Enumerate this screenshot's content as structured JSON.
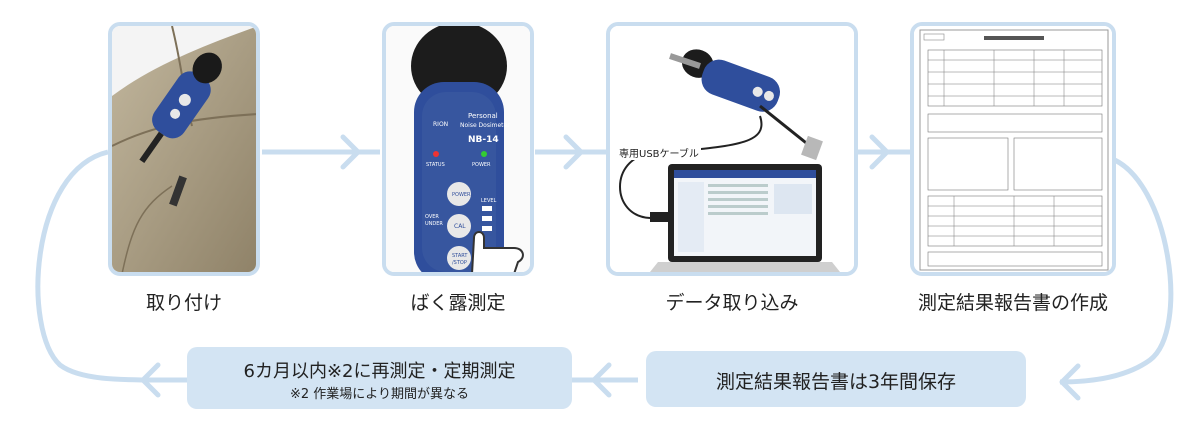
{
  "colors": {
    "flow_line": "#c9ddef",
    "pill_bg": "#d3e4f3",
    "device_blue": "#2f4e9c",
    "jacket": "#a89b80"
  },
  "steps": [
    {
      "label": "取り付け",
      "image": "jacket-with-clipped-noise-dosimeter"
    },
    {
      "label": "ばく露測定",
      "image": "noise-dosimeter-being-pressed"
    },
    {
      "label": "データ取り込み",
      "image": "dosimeter-connected-to-laptop"
    },
    {
      "label": "測定結果報告書の作成",
      "image": "report-document"
    }
  ],
  "cable_label": "専用USBケーブル",
  "device_text": {
    "brand": "RION",
    "name_line1": "Personal",
    "name_line2": "Noise Dosimeter",
    "model": "NB-14",
    "status": "STATUS",
    "power_small": "POWER",
    "power": "POWER",
    "cal": "CAL",
    "start": "START",
    "stop": "/STOP",
    "level": "LEVEL",
    "over": "OVER",
    "under": "UNDER"
  },
  "storage_pill": {
    "text": "測定結果報告書は3年間保存"
  },
  "remeasure_pill": {
    "main": "6カ月以内※2に再測定・定期測定",
    "note": "※2 作業場により期間が異なる"
  }
}
